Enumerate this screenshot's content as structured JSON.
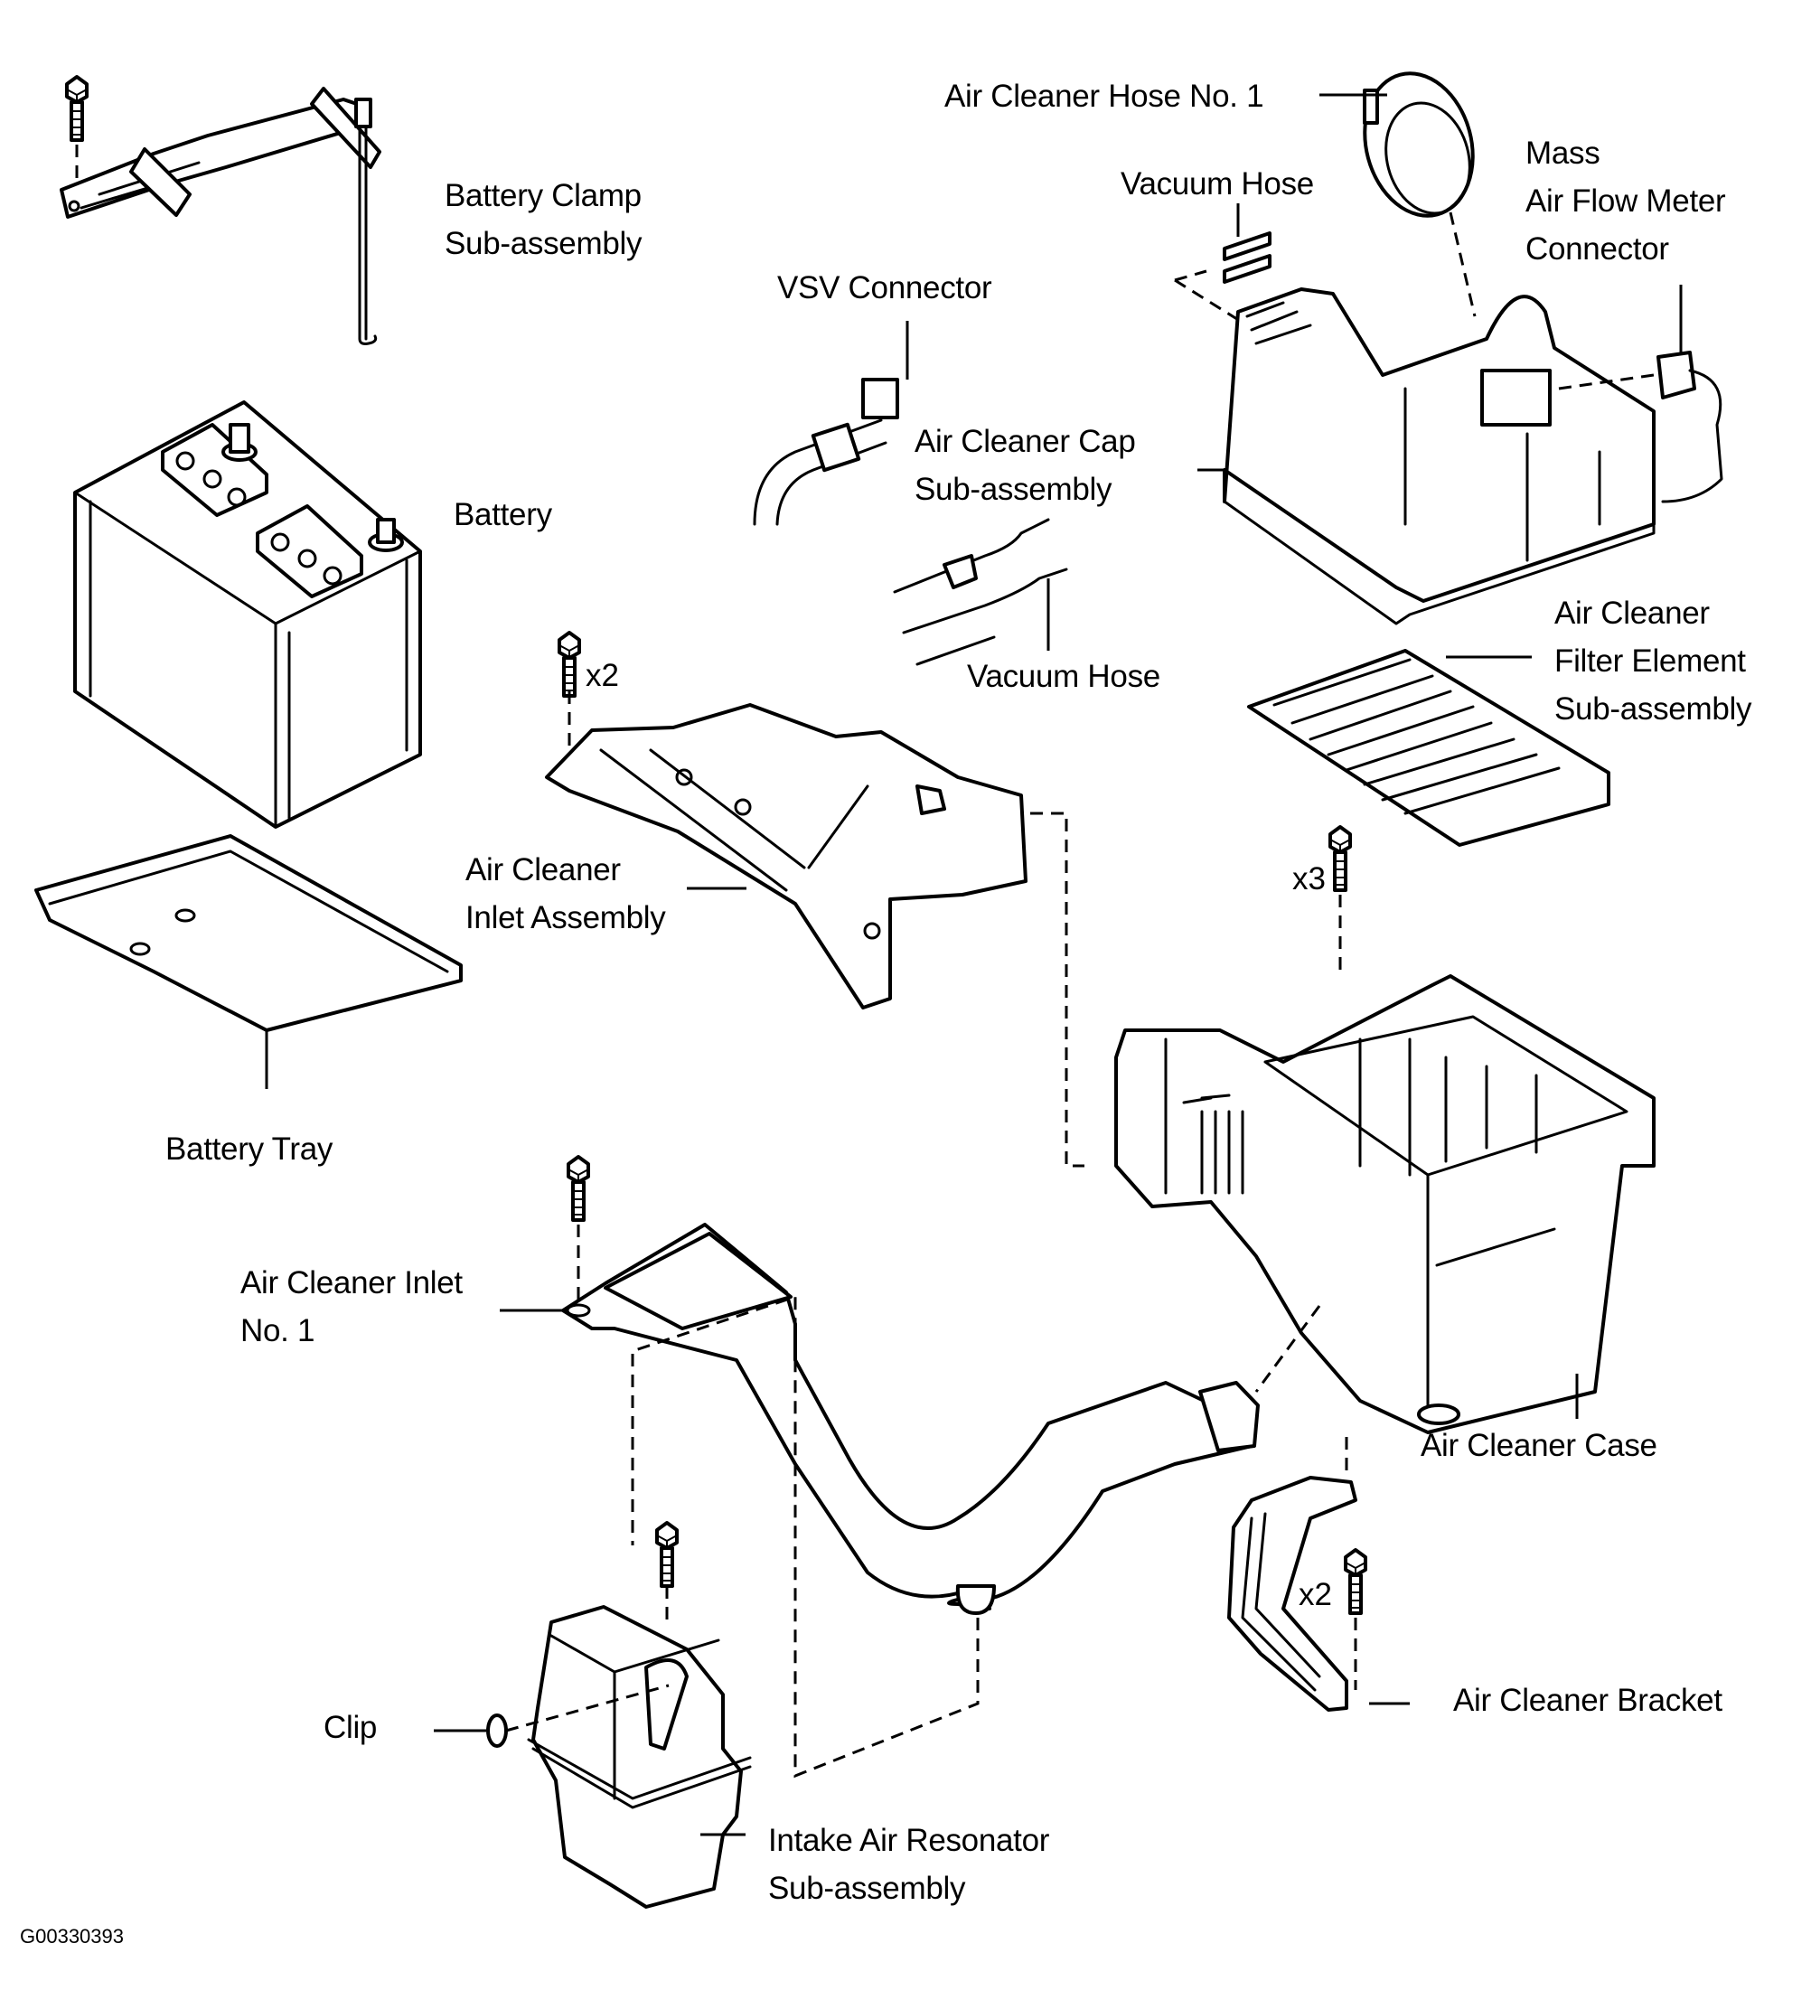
{
  "diagram": {
    "type": "exploded parts view",
    "figure_id": "G00330393",
    "labels": {
      "battery_clamp": [
        "Battery Clamp",
        "Sub-assembly"
      ],
      "battery": [
        "Battery"
      ],
      "battery_tray": [
        "Battery Tray"
      ],
      "vsv_connector": [
        "VSV Connector"
      ],
      "air_cleaner_hose_no1": [
        "Air Cleaner Hose No. 1"
      ],
      "vacuum_hose_top": [
        "Vacuum Hose"
      ],
      "mass_air_flow_meter_connector": [
        "Mass",
        "Air Flow Meter",
        "Connector"
      ],
      "air_cleaner_cap": [
        "Air Cleaner Cap",
        "Sub-assembly"
      ],
      "vacuum_hose_lower": [
        "Vacuum Hose"
      ],
      "air_cleaner_filter_element": [
        "Air Cleaner",
        "Filter Element",
        "Sub-assembly"
      ],
      "air_cleaner_inlet_assembly": [
        "Air Cleaner",
        "Inlet Assembly"
      ],
      "air_cleaner_case": [
        "Air Cleaner Case"
      ],
      "air_cleaner_inlet_no1": [
        "Air Cleaner Inlet",
        "No. 1"
      ],
      "air_cleaner_bracket": [
        "Air Cleaner Bracket"
      ],
      "clip": [
        "Clip"
      ],
      "intake_air_resonator": [
        "Intake Air Resonator",
        "Sub-assembly"
      ]
    },
    "quantities": {
      "inlet_assembly_bolts": "x2",
      "case_bolts": "x3",
      "bracket_bolts": "x2"
    }
  }
}
